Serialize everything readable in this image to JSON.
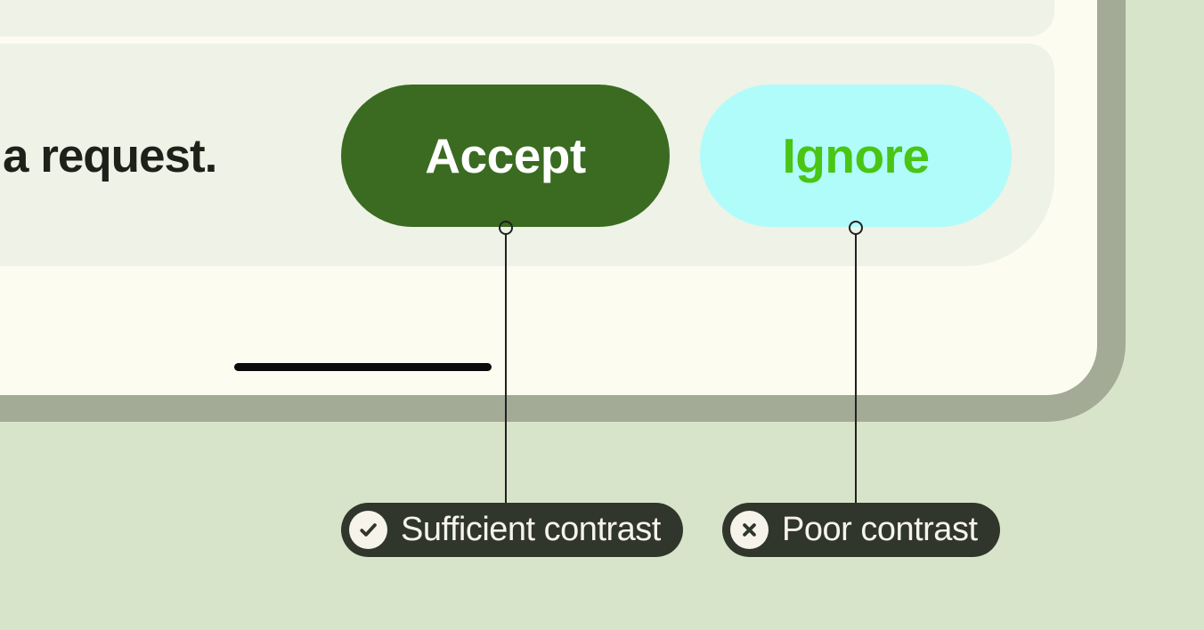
{
  "colors": {
    "page_background": "#d8e4c9",
    "device_frame": "#a3aa96",
    "device_screen": "#fdfcf0",
    "card_background": "#eef2e7",
    "accept_button_bg": "#3a6b21",
    "accept_button_text": "#ffffff",
    "ignore_button_bg": "#b0fcfb",
    "ignore_button_text": "#49c514",
    "message_text": "#1d211a",
    "home_indicator": "#0b0b0b",
    "connector": "#212121",
    "annotation_pill_bg": "#31362c",
    "annotation_text": "#f6f4ea"
  },
  "mockup": {
    "message_fragment": "a request.",
    "accept_button_label": "Accept",
    "ignore_button_label": "Ignore"
  },
  "annotations": {
    "sufficient": {
      "label": "Sufficient contrast",
      "icon": "check-circle-icon"
    },
    "poor": {
      "label": "Poor contrast",
      "icon": "x-circle-icon"
    }
  }
}
